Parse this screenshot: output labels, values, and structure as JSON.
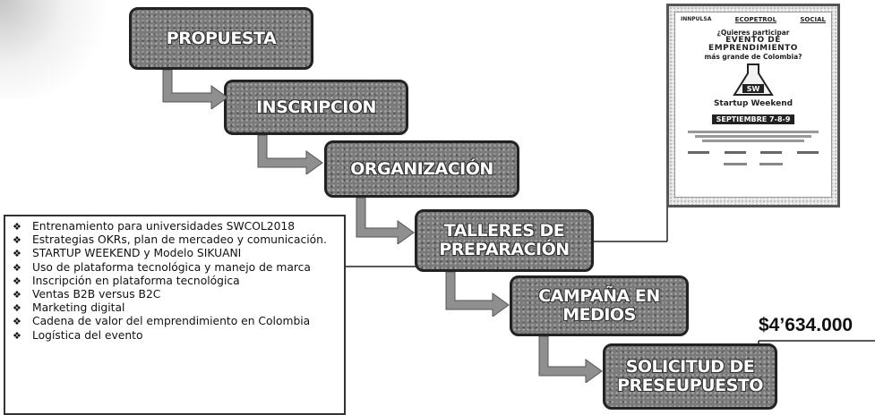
{
  "steps": [
    {
      "label": "PROPUESTA"
    },
    {
      "label": "INSCRIPCION"
    },
    {
      "label": "ORGANIZACIÓN"
    },
    {
      "label": "TALLERES DE\nPREPARACIÓN"
    },
    {
      "label": "CAMPAÑA EN\nMEDIOS"
    },
    {
      "label": "SOLICITUD DE\nPRESEUPUESTO"
    }
  ],
  "workshops": {
    "items": [
      "Entrenamiento para universidades SWCOL2018",
      "Estrategias OKRs, plan de mercadeo y comunicación.",
      "STARTUP WEEKEND y Modelo SIKUANI",
      "Uso de plataforma tecnológica y manejo de marca",
      "Inscripción en plataforma tecnológica",
      "Ventas B2B versus B2C",
      "Marketing digital",
      "Cadena de valor del emprendimiento en Colombia",
      "Logística del evento"
    ],
    "bullet_symbol": "❖"
  },
  "budget": {
    "amount": "$4’634.000"
  },
  "poster": {
    "header_left": "INNPULSA",
    "header_mid": "ECOPETROL",
    "header_right": "SOCIAL",
    "question_top": "¿Quieres participar",
    "question_event": "EVENTO DE",
    "question_title": "EMPRENDIMIENTO",
    "question_end": "más grande de Colombia?",
    "event_name": "Startup Weekend",
    "event_date": "SEPTIEMBRE 7-8-9",
    "flask_text": "SW"
  },
  "colors": {
    "step_fill": "#7a7a7a",
    "step_border": "#222222",
    "arrow_fill": "#8f8f8f",
    "connector_line": "#222222"
  }
}
